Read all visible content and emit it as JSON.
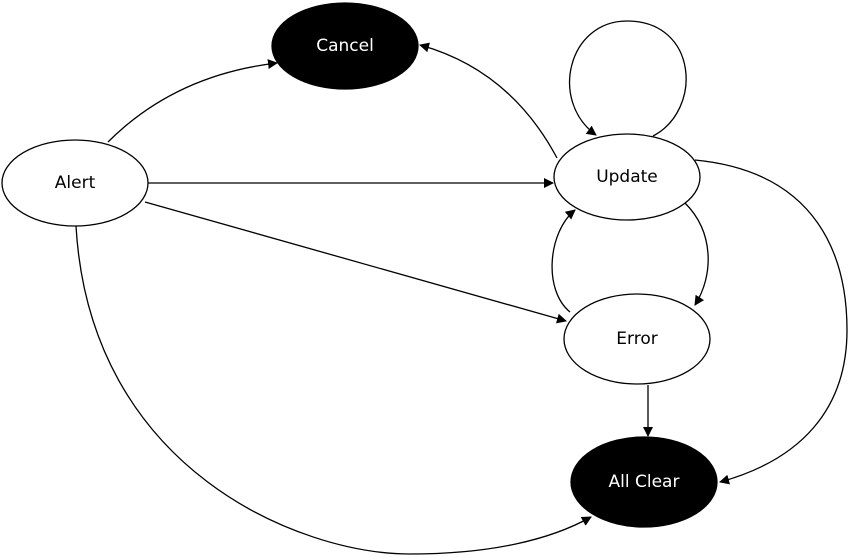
{
  "diagram": {
    "colors": {
      "background": "#ffffff",
      "stroke": "#000000",
      "filled_node": "#000000",
      "filled_text": "#ffffff",
      "plain_node": "#ffffff",
      "plain_text": "#000000"
    },
    "nodes": {
      "alert": {
        "label": "Alert",
        "filled": false
      },
      "cancel": {
        "label": "Cancel",
        "filled": true
      },
      "update": {
        "label": "Update",
        "filled": false
      },
      "error": {
        "label": "Error",
        "filled": false
      },
      "all_clear": {
        "label": "All Clear",
        "filled": true
      }
    },
    "edges": [
      {
        "from": "Alert",
        "to": "Cancel"
      },
      {
        "from": "Alert",
        "to": "Update"
      },
      {
        "from": "Alert",
        "to": "Error"
      },
      {
        "from": "Alert",
        "to": "All Clear"
      },
      {
        "from": "Update",
        "to": "Cancel"
      },
      {
        "from": "Update",
        "to": "Update"
      },
      {
        "from": "Update",
        "to": "Error"
      },
      {
        "from": "Update",
        "to": "All Clear"
      },
      {
        "from": "Error",
        "to": "Update"
      },
      {
        "from": "Error",
        "to": "All Clear"
      }
    ]
  }
}
